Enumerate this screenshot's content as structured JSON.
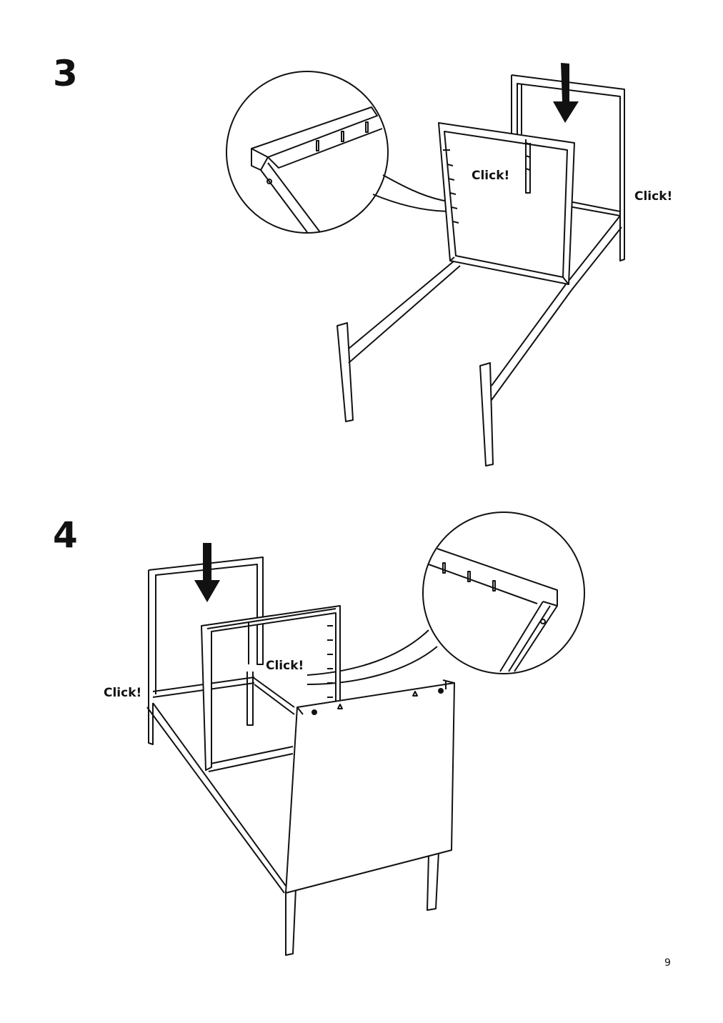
{
  "steps": [
    {
      "number": "3",
      "labels": [
        "Click!",
        "Click!"
      ]
    },
    {
      "number": "4",
      "labels": [
        "Click!",
        "Click!"
      ]
    }
  ],
  "page_number": "9",
  "colors": {
    "line": "#111111",
    "background": "#ffffff"
  }
}
